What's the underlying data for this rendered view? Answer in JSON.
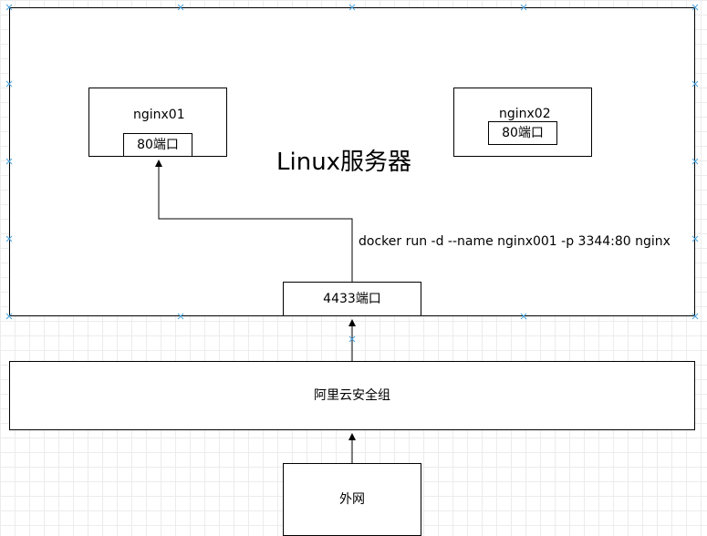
{
  "server": {
    "title": "Linux服务器",
    "command": "docker run -d --name nginx001 -p 3344:80 nginx"
  },
  "containers": [
    {
      "name": "nginx01",
      "port": "80端口"
    },
    {
      "name": "nginx02",
      "port": "80端口"
    }
  ],
  "host_port": "4433端口",
  "security_group": "阿里云安全组",
  "internet": "外网",
  "colors": {
    "background": "#ffffff",
    "grid": "#ececec",
    "stroke": "#000000",
    "handle": "#4aa3df"
  }
}
